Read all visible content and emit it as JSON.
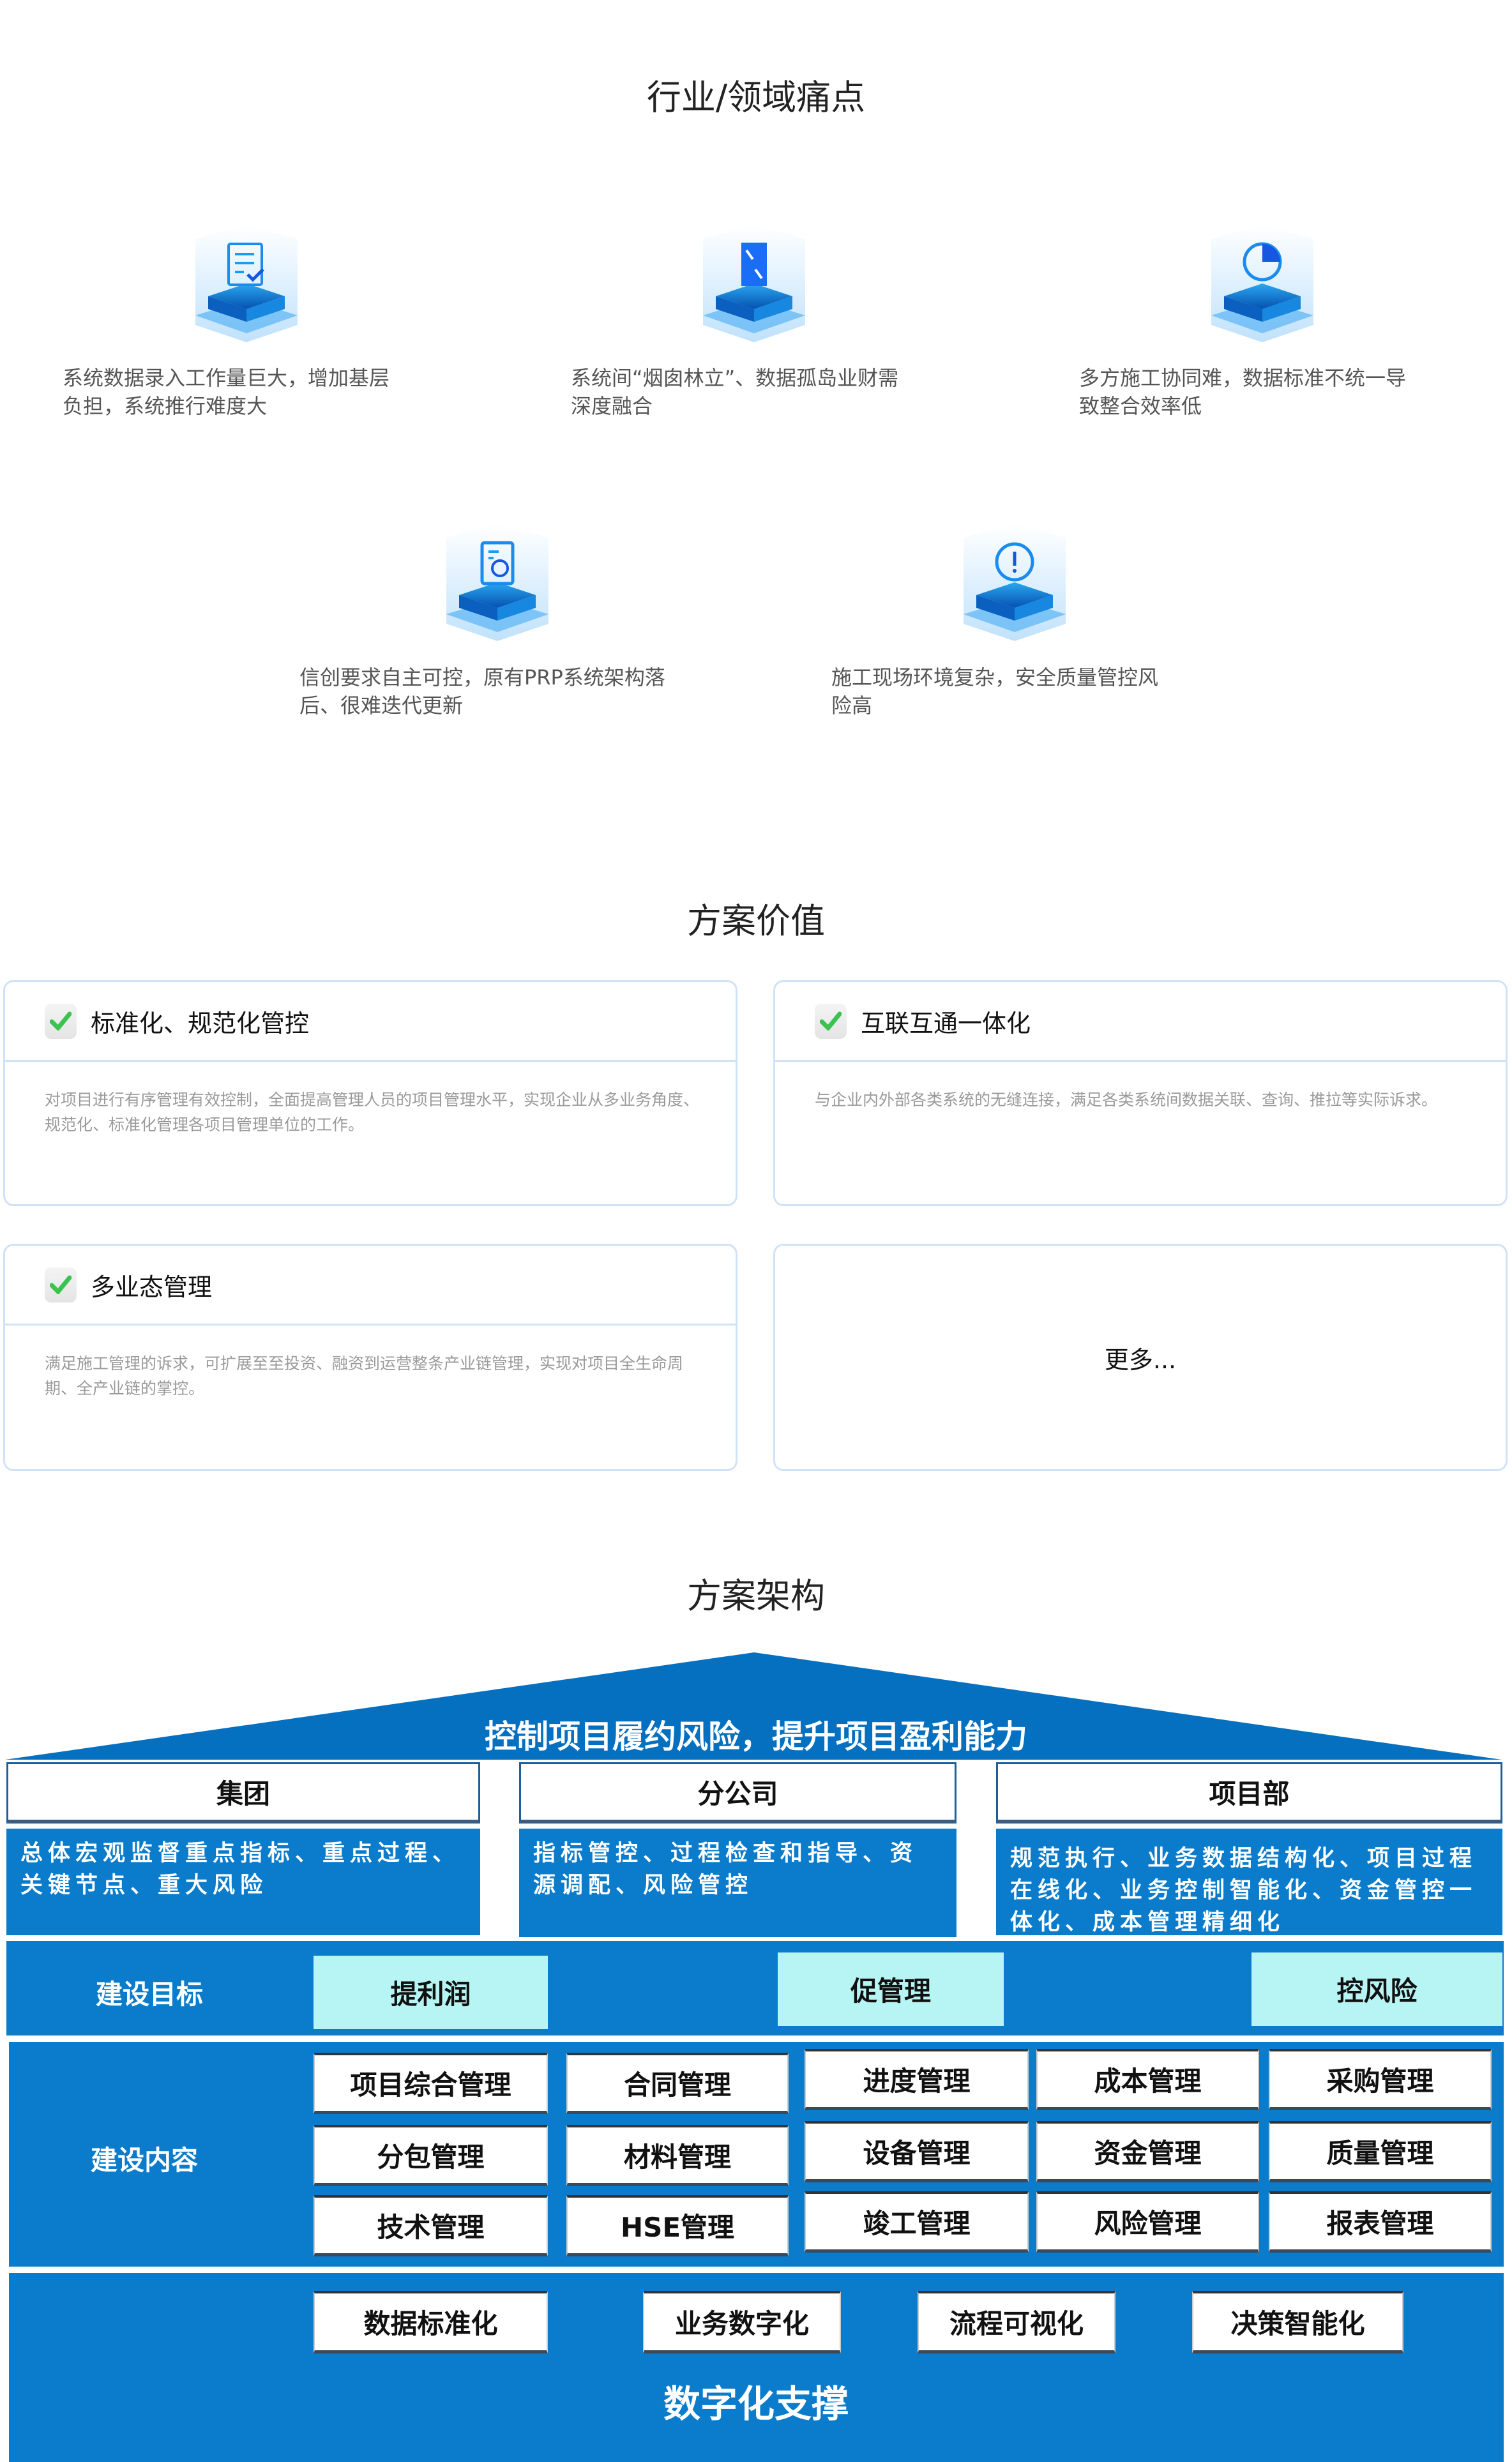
{
  "pain_points": {
    "title": "行业/领域痛点",
    "items": [
      {
        "icon": "checklist-icon",
        "line1": "系统数据录入工作量巨大，增加基层",
        "line2": "负担，系统推行难度大"
      },
      {
        "icon": "data-silo-icon",
        "line1": "系统间“烟囱林立”、数据孤岛业财需",
        "line2": "深度融合"
      },
      {
        "icon": "pie-chart-icon",
        "line1": "多方施工协同难，数据标准不统一导",
        "line2": "致整合效率低"
      },
      {
        "icon": "refresh-document-icon",
        "line1": "信创要求自主可控，原有PRP系统架构落",
        "line2": "后、很难迭代更新"
      },
      {
        "icon": "warning-icon",
        "line1": "施工现场环境复杂，安全质量管控风",
        "line2": "险高"
      }
    ]
  },
  "value": {
    "title": "方案价值",
    "cards": [
      {
        "title": "标准化、规范化管控",
        "desc": "对项目进行有序管理有效控制，全面提高管理人员的项目管理水平，实现企业从多业务角度、规范化、标准化管理各项目管理单位的工作。"
      },
      {
        "title": "互联互通一体化",
        "desc": "与企业内外部各类系统的无缝连接，满足各类系统间数据关联、查询、推拉等实际诉求。"
      },
      {
        "title": "多业态管理",
        "desc": "满足施工管理的诉求，可扩展至至投资、融资到运营整条产业链管理，实现对项目全生命周期、全产业链的掌控。"
      }
    ],
    "more": "更多..."
  },
  "architecture": {
    "title": "方案架构",
    "roof": "控制项目履约风险，提升项目盈利能力",
    "levels": [
      {
        "name": "集团",
        "desc": "总体宏观监督重点指标、重点过程、关键节点、重大风险"
      },
      {
        "name": "分公司",
        "desc": "指标管控、过程检查和指导、资源调配、风险管控"
      },
      {
        "name": "项目部",
        "desc": "规范执行、业务数据结构化、项目过程在线化、业务控制智能化、资金管控一体化、成本管理精细化"
      }
    ],
    "goals_label": "建设目标",
    "goals": [
      "提利润",
      "促管理",
      "控风险"
    ],
    "content_label": "建设内容",
    "modules": [
      "项目综合管理",
      "合同管理",
      "进度管理",
      "成本管理",
      "采购管理",
      "分包管理",
      "材料管理",
      "设备管理",
      "资金管理",
      "质量管理",
      "技术管理",
      "HSE管理",
      "竣工管理",
      "风险管理",
      "报表管理"
    ],
    "support": [
      "数据标准化",
      "业务数字化",
      "流程可视化",
      "决策智能化"
    ],
    "support_label": "数字化支撑"
  },
  "colors": {
    "blue": "#0a7ccb",
    "roof": "#0570c0",
    "goal": "#b7f4f4",
    "check": "#3cc34f"
  }
}
